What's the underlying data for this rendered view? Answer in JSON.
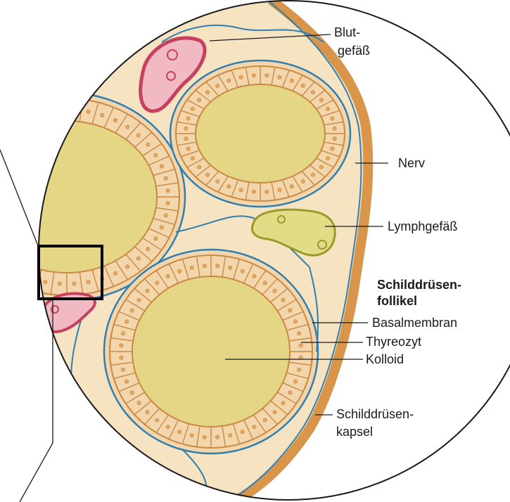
{
  "diagram": {
    "labels": {
      "blood_vessel": [
        "Blut-",
        "gefäß"
      ],
      "nerve": "Nerv",
      "lymph_vessel": "Lymphgefäß",
      "follicle_heading": [
        "Schilddrüsen-",
        "follikel"
      ],
      "basement_membrane": "Basalmembran",
      "thyrocyte": "Thyreozyt",
      "colloid": "Kolloid",
      "capsule": [
        "Schilddrüsen-",
        "kapsel"
      ]
    },
    "colors": {
      "background": "#ffffff",
      "stroma": "#f6e3c2",
      "capsule": "#d9954a",
      "colloid": "#e4d684",
      "epithelium": "#f3d6ac",
      "cell_border": "#c98a45",
      "basement_membrane": "#2f7fb0",
      "blood_vessel": "#c6415e",
      "blood_vessel_fill": "#f1b9c3",
      "lymph_vessel": "#9a9a2a",
      "lymph_vessel_fill": "#e2dc86",
      "zoom_box": "#000000"
    }
  }
}
